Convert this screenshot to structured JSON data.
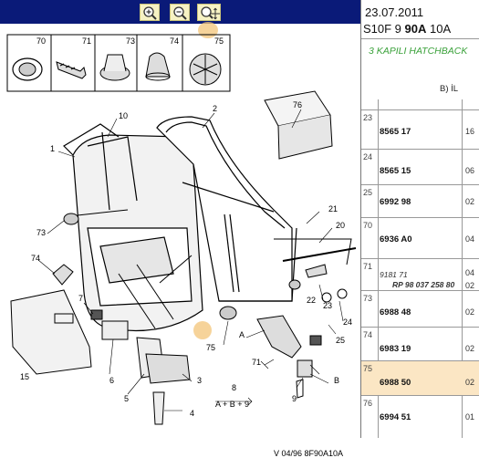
{
  "toolbar": {
    "buttons": [
      {
        "name": "zoom-in",
        "label": "zoom in"
      },
      {
        "name": "zoom-out",
        "label": "zoom out"
      },
      {
        "name": "zoom-move",
        "label": "zoom move"
      }
    ]
  },
  "diagram": {
    "callouts": [
      "70",
      "71",
      "73",
      "75",
      "10",
      "2",
      "76",
      "1",
      "21",
      "20",
      "73",
      "74",
      "7",
      "15",
      "6",
      "5",
      "3",
      "4",
      "8",
      "9",
      "22",
      "23",
      "24",
      "25",
      "71",
      "A",
      "B",
      "75",
      "A + B + 9"
    ],
    "footer": "V 04/96 8F90A10A"
  },
  "panel": {
    "date": "23.07.2011",
    "code_prefix": "S10F 9 ",
    "code_bold": "90A",
    "code_suffix": " 10A",
    "model": "3 KAPILI HATCHBACK",
    "column_label": "B) İL",
    "rows": [
      {
        "idx": "23",
        "ref": "8565 17",
        "qty": "16",
        "highlight": false
      },
      {
        "idx": "24",
        "ref": "8565 15",
        "qty": "06",
        "highlight": false
      },
      {
        "idx": "25",
        "ref": "6992 98",
        "qty": "02",
        "highlight": false
      },
      {
        "idx": "70",
        "ref": "6936 A0",
        "qty": "04",
        "highlight": false
      },
      {
        "idx": "71",
        "ref": "9181 71",
        "ref2": "RP 98 037 258 80",
        "qty": "04",
        "qty2": "02",
        "highlight": false
      },
      {
        "idx": "73",
        "ref": "6988 48",
        "qty": "02",
        "highlight": false
      },
      {
        "idx": "74",
        "ref": "6983 19",
        "qty": "02",
        "highlight": false
      },
      {
        "idx": "75",
        "ref": "6988 50",
        "qty": "02",
        "highlight": true
      },
      {
        "idx": "76",
        "ref": "6994 51",
        "qty": "01",
        "highlight": false
      }
    ]
  },
  "colors": {
    "toolbar_bg": "#0a1a78",
    "button_bg": "#f6f2c4",
    "model_text": "#3aa13a",
    "highlight_row": "#fbe6c4"
  }
}
